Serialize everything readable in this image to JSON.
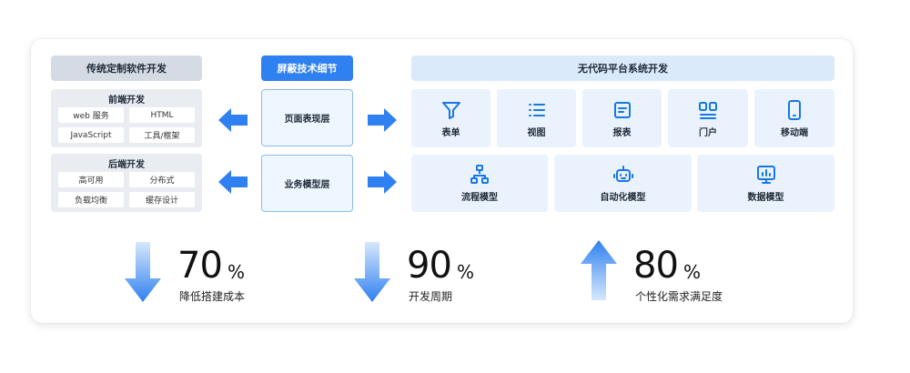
{
  "traditional": {
    "header": "传统定制软件开发",
    "frontend": {
      "title": "前端开发",
      "items": [
        "web 服务",
        "HTML",
        "JavaScript",
        "工具/框架"
      ]
    },
    "backend": {
      "title": "后端开发",
      "items": [
        "高可用",
        "分布式",
        "负载均衡",
        "缓存设计"
      ]
    }
  },
  "middle": {
    "header": "屏蔽技术细节",
    "layers": [
      "页面表现层",
      "业务模型层"
    ]
  },
  "nocode": {
    "header": "无代码平台系统开发",
    "row1": [
      {
        "label": "表单",
        "icon": "filter-icon"
      },
      {
        "label": "视图",
        "icon": "list-icon"
      },
      {
        "label": "报表",
        "icon": "report-icon"
      },
      {
        "label": "门户",
        "icon": "portal-icon"
      },
      {
        "label": "移动端",
        "icon": "mobile-icon"
      }
    ],
    "row2": [
      {
        "label": "流程模型",
        "icon": "flow-icon"
      },
      {
        "label": "自动化模型",
        "icon": "robot-icon"
      },
      {
        "label": "数据模型",
        "icon": "monitor-icon"
      }
    ]
  },
  "stats": [
    {
      "value": "70",
      "unit": "%",
      "label": "降低搭建成本",
      "direction": "down"
    },
    {
      "value": "90",
      "unit": "%",
      "label": "开发周期",
      "direction": "down"
    },
    {
      "value": "80",
      "unit": "%",
      "label": "个性化需求满足度",
      "direction": "up"
    }
  ],
  "colors": {
    "accent": "#2f80f0",
    "arrow": "#2f80f0",
    "tile_bg": "#eaf3fd"
  }
}
